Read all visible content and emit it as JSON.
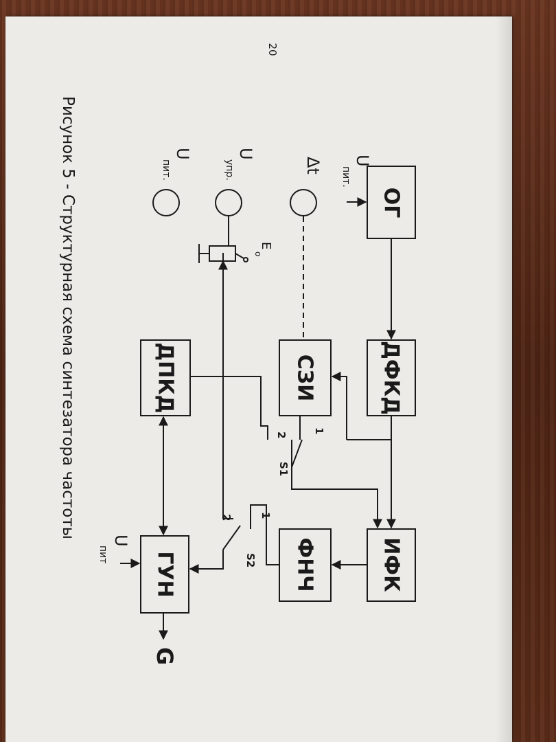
{
  "page_number": "20",
  "caption": "Рисунок 5 - Структурная схема синтезатора частоты",
  "blocks": {
    "og": "ОГ",
    "dfkd": "ДФКД",
    "ifk": "ИФК",
    "szi": "СЗИ",
    "fnch": "ФНЧ",
    "dpkd": "ДПКД",
    "gun": "ГУН"
  },
  "inputs": {
    "upit_og": "U",
    "upit_og_sub": "пит.",
    "dt": "Δt",
    "uupr": "U",
    "uupr_sub": "упр.",
    "upit": "U",
    "upit_sub": "пит.",
    "upit_gun": "U",
    "upit_gun_sub": "пит"
  },
  "switches": {
    "s1": "S1",
    "s2": "S2",
    "s1_pos1": "1",
    "s1_pos2": "2",
    "s2_pos1": "1",
    "s2_pos2": "2"
  },
  "labels": {
    "e0": "E",
    "e0_sub": "o",
    "output": "G"
  }
}
